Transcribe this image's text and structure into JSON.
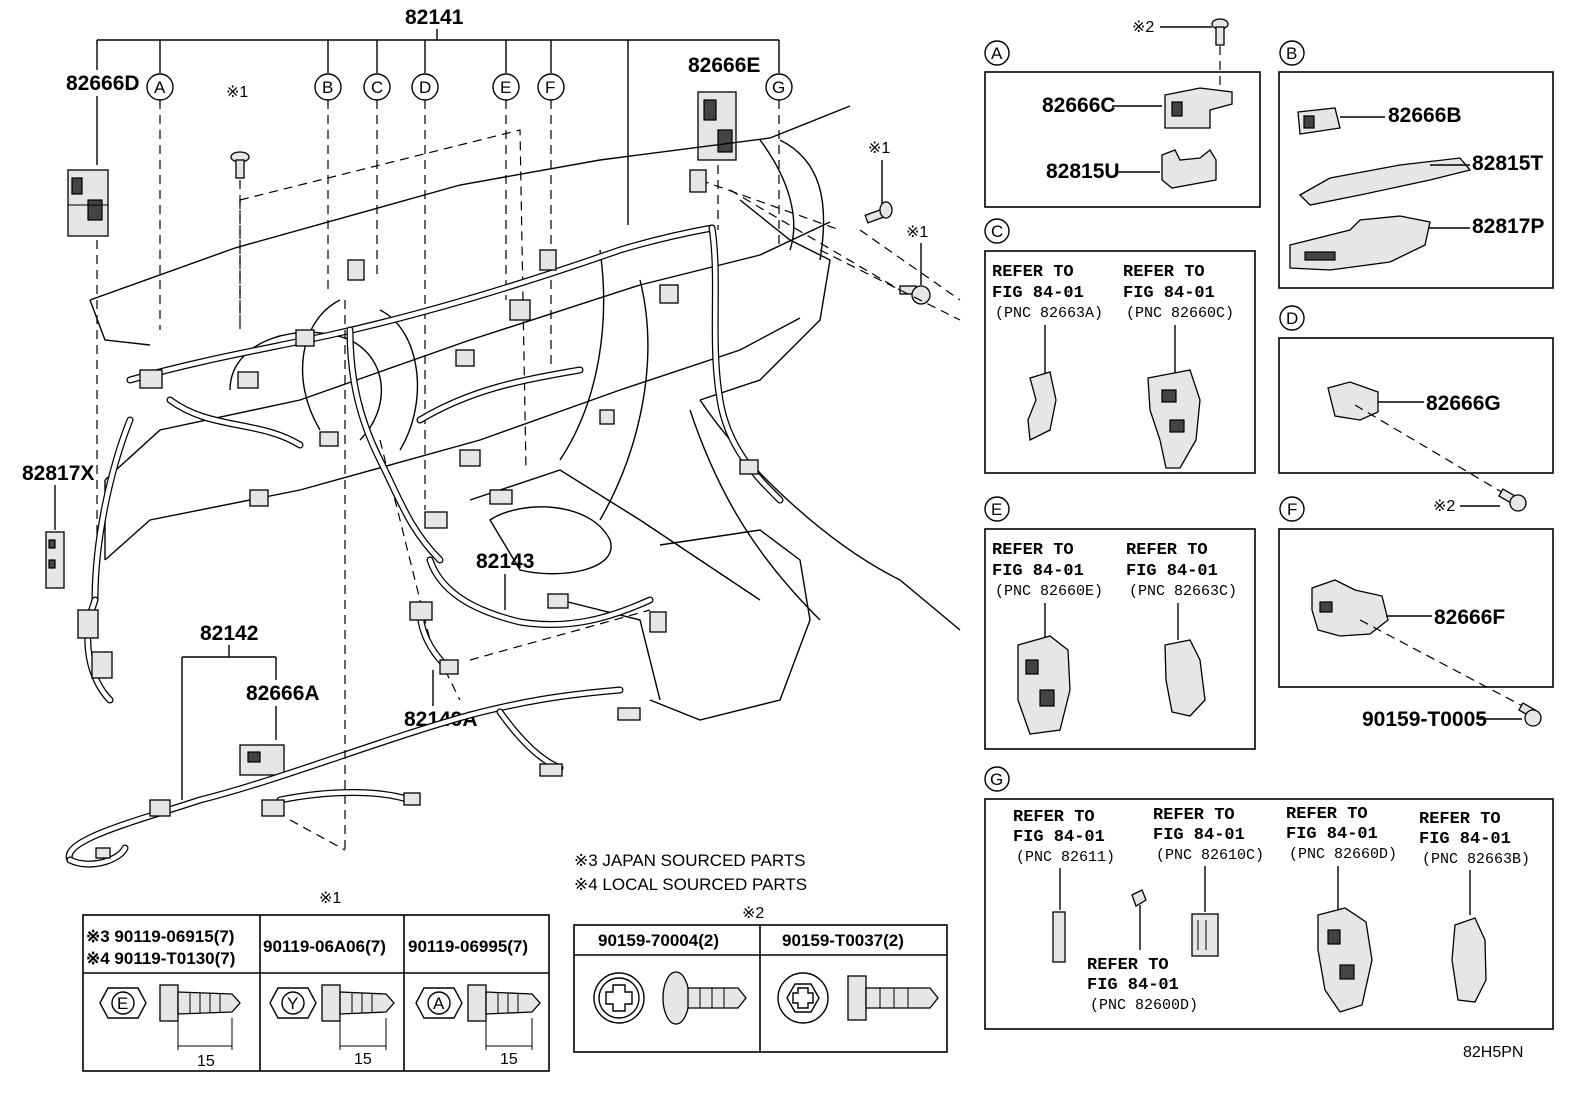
{
  "labels": {
    "main_82141": "82141",
    "pn_82666D": "82666D",
    "pn_82666E": "82666E",
    "pn_82817X": "82817X",
    "pn_82142": "82142",
    "pn_82666A": "82666A",
    "pn_82143": "82143",
    "pn_82149A": "82149A",
    "mark1": "※1",
    "mark2": "※2",
    "figure_code": "82H5PN"
  },
  "callouts": [
    "A",
    "B",
    "C",
    "D",
    "E",
    "F",
    "G"
  ],
  "detail": {
    "A": {
      "letter": "A",
      "parts": [
        "82666C",
        "82815U"
      ],
      "mark": "※2"
    },
    "B": {
      "letter": "B",
      "parts": [
        "82666B",
        "82815T",
        "82817P"
      ]
    },
    "C": {
      "letter": "C",
      "refs": [
        {
          "l1": "REFER TO",
          "l2": "FIG 84-01",
          "l3": "(PNC 82663A)"
        },
        {
          "l1": "REFER TO",
          "l2": "FIG 84-01",
          "l3": "(PNC 82660C)"
        }
      ]
    },
    "D": {
      "letter": "D",
      "parts": [
        "82666G"
      ],
      "mark": "※2"
    },
    "E": {
      "letter": "E",
      "refs": [
        {
          "l1": "REFER TO",
          "l2": "FIG 84-01",
          "l3": "(PNC 82660E)"
        },
        {
          "l1": "REFER TO",
          "l2": "FIG 84-01",
          "l3": "(PNC 82663C)"
        }
      ]
    },
    "F": {
      "letter": "F",
      "parts": [
        "82666F"
      ],
      "screw": "90159-T0005"
    },
    "G": {
      "letter": "G",
      "refs": [
        {
          "l1": "REFER TO",
          "l2": "FIG 84-01",
          "l3": "(PNC 82611)"
        },
        {
          "l1": "REFER TO",
          "l2": "FIG 84-01",
          "l3": "(PNC 82610C)"
        },
        {
          "l1": "REFER TO",
          "l2": "FIG 84-01",
          "l3": "(PNC 82660D)"
        },
        {
          "l1": "REFER TO",
          "l2": "FIG 84-01",
          "l3": "(PNC 82663B)"
        },
        {
          "l1": "REFER TO",
          "l2": "FIG 84-01",
          "l3": "(PNC 82600D)"
        }
      ]
    }
  },
  "notes": {
    "japan": "※3 JAPAN SOURCED PARTS",
    "local": "※4 LOCAL SOURCED PARTS"
  },
  "table1": {
    "mark": "※1",
    "col1_line1": "※3 90119-06915(7)",
    "col1_line2": "※4 90119-T0130(7)",
    "col2": "90119-06A06(7)",
    "col3": "90119-06995(7)",
    "head_letters": [
      "E",
      "Y",
      "A"
    ],
    "dim": "15"
  },
  "table2": {
    "mark": "※2",
    "col1": "90159-70004(2)",
    "col2": "90159-T0037(2)"
  }
}
